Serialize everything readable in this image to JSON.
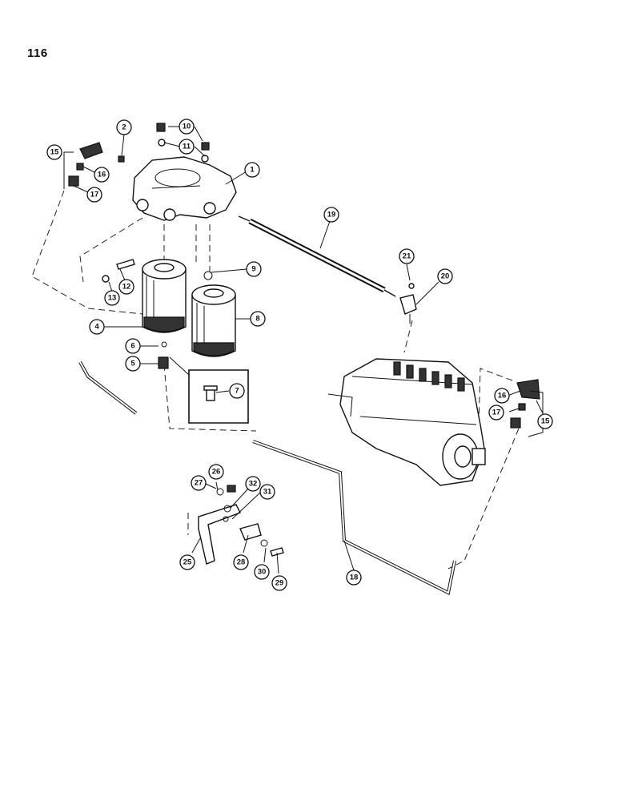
{
  "page": {
    "number": "116"
  },
  "callouts": [
    "1",
    "2",
    "4",
    "5",
    "6",
    "7",
    "8",
    "9",
    "10",
    "11",
    "12",
    "13",
    "15",
    "16",
    "17",
    "18",
    "19",
    "20",
    "21",
    "25",
    "26",
    "27",
    "28",
    "29",
    "30",
    "31",
    "32",
    "15",
    "16",
    "17"
  ]
}
